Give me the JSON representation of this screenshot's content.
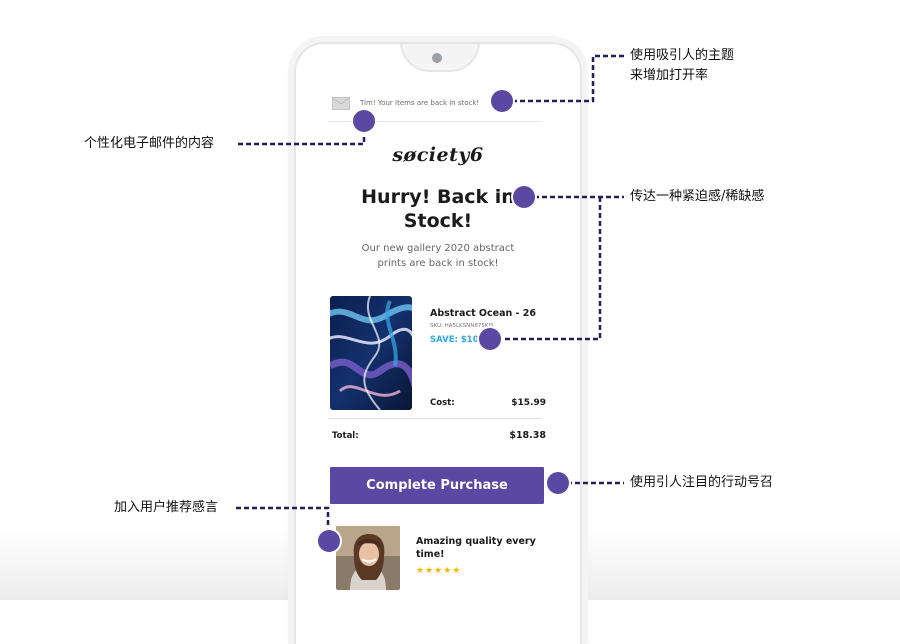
{
  "email": {
    "preheader": "Tim! Your Items are back in stock!",
    "brand": "søciety6",
    "headline": "Hurry! Back in Stock!",
    "subtext": "Our new gallery 2020 abstract prints are back in stock!",
    "product": {
      "name": "Abstract Ocean - 26",
      "sku": "SKU: HA5LKSNN875KJS",
      "save": "SAVE: $10",
      "cost_label": "Cost:",
      "cost_value": "$15.99"
    },
    "total_label": "Total:",
    "total_value": "$18.38",
    "cta_label": "Complete Purchase",
    "testimonial": {
      "quote": "Amazing quality every time!",
      "stars": "★★★★★"
    }
  },
  "annotations": {
    "subject": "使用吸引人的主题\n来增加打开率",
    "personalized": "个性化电子邮件的内容",
    "urgency": "传达一种紧迫感/稀缺感",
    "cta": "使用引人注目的行动号召",
    "testimonial": "加入用户推荐感言"
  },
  "colors": {
    "accent": "#5a48a3",
    "save": "#2fa9e0",
    "stars": "#f4b400",
    "leader": "#1f1f5c"
  },
  "icons": {
    "mail": "mail-icon",
    "camera": "camera-icon",
    "star": "star-icon"
  }
}
